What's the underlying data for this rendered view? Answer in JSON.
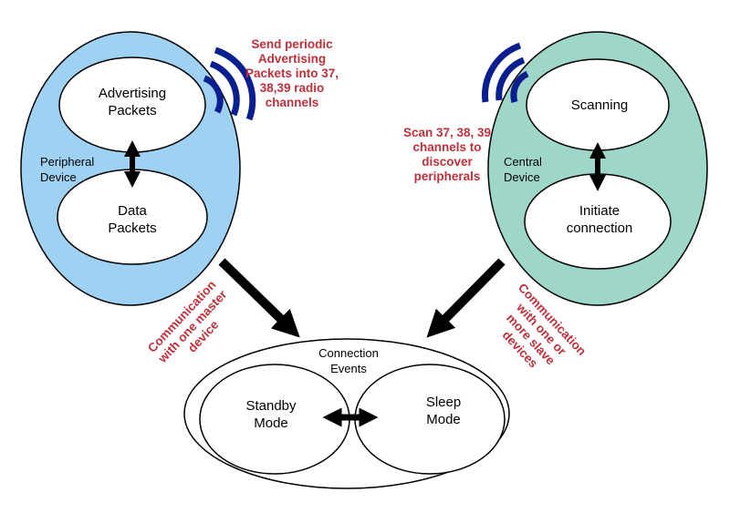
{
  "peripheral": {
    "title_lines": [
      "Peripheral",
      "Device"
    ],
    "advertising_lines": [
      "Advertising",
      "Packets"
    ],
    "data_lines": [
      "Data",
      "Packets"
    ],
    "note_lines": [
      "Send periodic",
      "Advertising",
      "Packets into 37,",
      "38,39 radio",
      "channels"
    ]
  },
  "central": {
    "title_lines": [
      "Central",
      "Device"
    ],
    "scanning_lines": [
      "Scanning"
    ],
    "initiate_lines": [
      "Initiate",
      "connection"
    ],
    "note_lines": [
      "Scan 37, 38, 39",
      "channels to",
      "discover",
      "peripherals"
    ]
  },
  "connection": {
    "title_lines": [
      "Connection",
      "Events"
    ],
    "standby_lines": [
      "Standby",
      "Mode"
    ],
    "sleep_lines": [
      "Sleep",
      "Mode"
    ]
  },
  "arrows": {
    "left_label_lines": [
      "Communication",
      "with one master",
      "device"
    ],
    "right_label_lines": [
      "Communication",
      "with one or",
      "more slave",
      "devices"
    ]
  },
  "colors": {
    "peripheral_fill": "#9fd1f2",
    "central_fill": "#9ed6c9",
    "note_text": "#c0303a",
    "signal": "#0a1f8f"
  }
}
